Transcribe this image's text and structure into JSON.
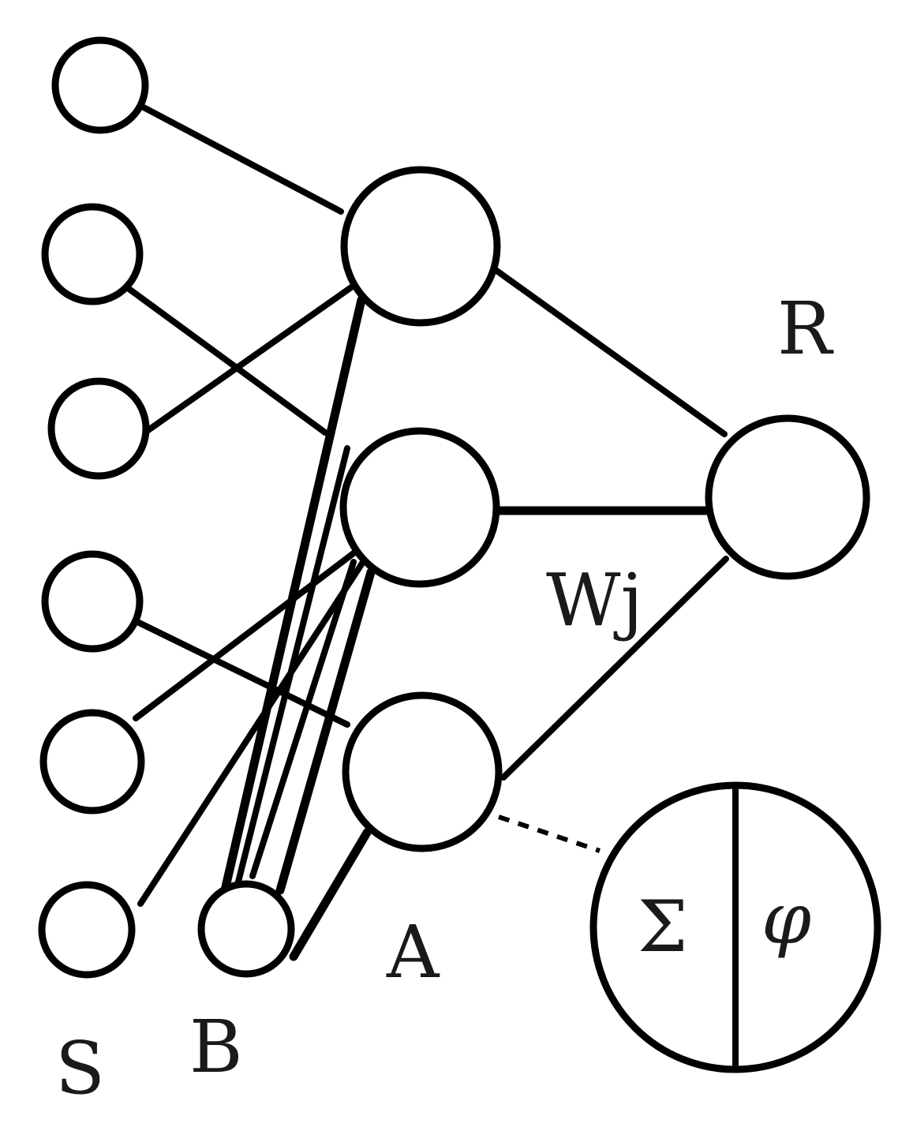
{
  "labels": {
    "sensors": "S",
    "bias": "B",
    "associative": "A",
    "response": "R",
    "weights": "Wj",
    "sum": "Σ",
    "activation": "φ"
  },
  "colors": {
    "stroke": "#000000",
    "background": "#ffffff",
    "text": "#1a1a1a"
  }
}
